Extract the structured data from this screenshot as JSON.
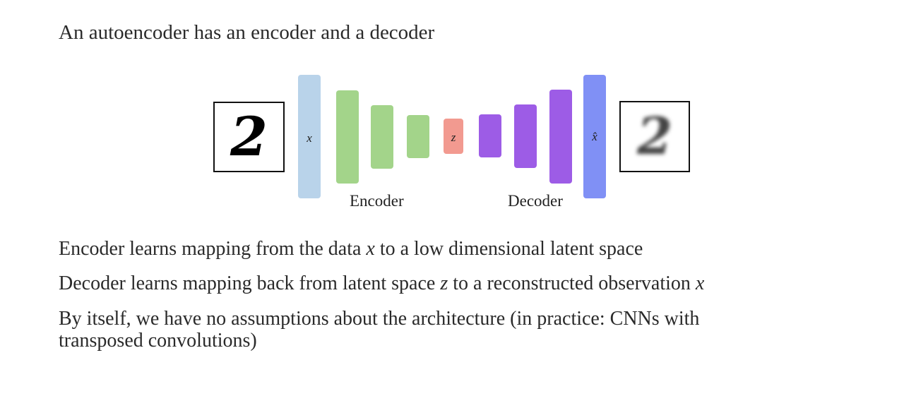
{
  "title": "An autoencoder has an encoder and a decoder",
  "diagram": {
    "input_var": "x",
    "latent_var": "z",
    "output_var": "x̂",
    "encoder_label": "Encoder",
    "decoder_label": "Decoder",
    "input_digit": "2",
    "output_digit": "2",
    "colors": {
      "input": "#b9d3ea",
      "encoder": "#a3d48a",
      "latent": "#f29a90",
      "decoder": "#9d5ce6",
      "output": "#8090f5"
    }
  },
  "bullets": [
    {
      "pre": "Encoder learns mapping from the data ",
      "var": "x",
      "post": " to a low dimensional latent space"
    },
    {
      "pre": "Decoder learns mapping back from latent space ",
      "var": "z",
      "post": " to a reconstructed observation ",
      "var2": "x"
    },
    {
      "line1": "By itself, we have no assumptions about the architecture (in practice: CNNs with",
      "line2": "transposed convolutions)"
    }
  ]
}
